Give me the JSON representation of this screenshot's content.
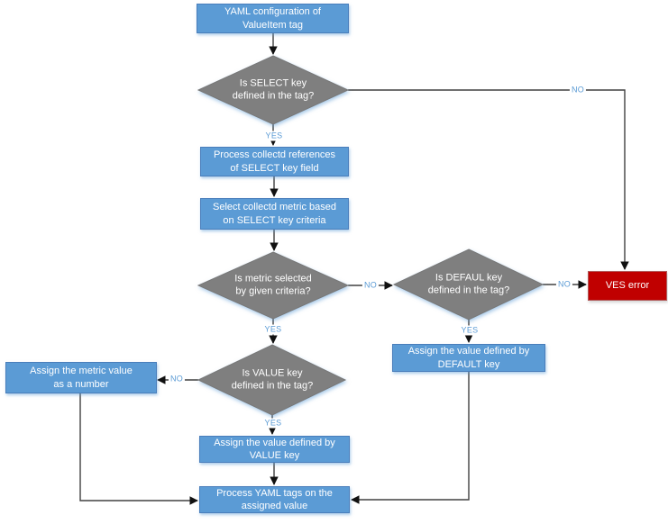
{
  "flowchart": {
    "nodes": {
      "yaml_config": "YAML configuration of\nValueItem tag",
      "select_key_decision": "Is SELECT key\ndefined in the tag?",
      "process_references": "Process collectd references\nof SELECT key field",
      "select_metric": "Select collectd metric based\non SELECT key criteria",
      "metric_selected_decision": "Is metric selected\nby given criteria?",
      "default_key_decision": "Is DEFAUL key\ndefined in the tag?",
      "ves_error": "VES error",
      "assign_default": "Assign the value defined by\nDEFAULT key",
      "value_key_decision": "Is VALUE key\ndefined in the tag?",
      "assign_metric_number": "Assign the metric value\nas a number",
      "assign_value": "Assign the value defined by\nVALUE key",
      "process_yaml_tags": "Process YAML tags on the\nassigned value"
    },
    "edge_labels": {
      "select_no": "NO",
      "select_yes": "YES",
      "metric_no": "NO",
      "metric_yes": "YES",
      "default_no": "NO",
      "default_yes": "YES",
      "value_no": "NO",
      "value_yes": "YES"
    },
    "colors": {
      "process_fill": "#5B9BD5",
      "decision_fill": "#7F7F7F",
      "error_fill": "#C00000",
      "edge_label_text": "#5B9BD5",
      "connector": "#404040",
      "node_text": "#FFFFFF"
    }
  }
}
